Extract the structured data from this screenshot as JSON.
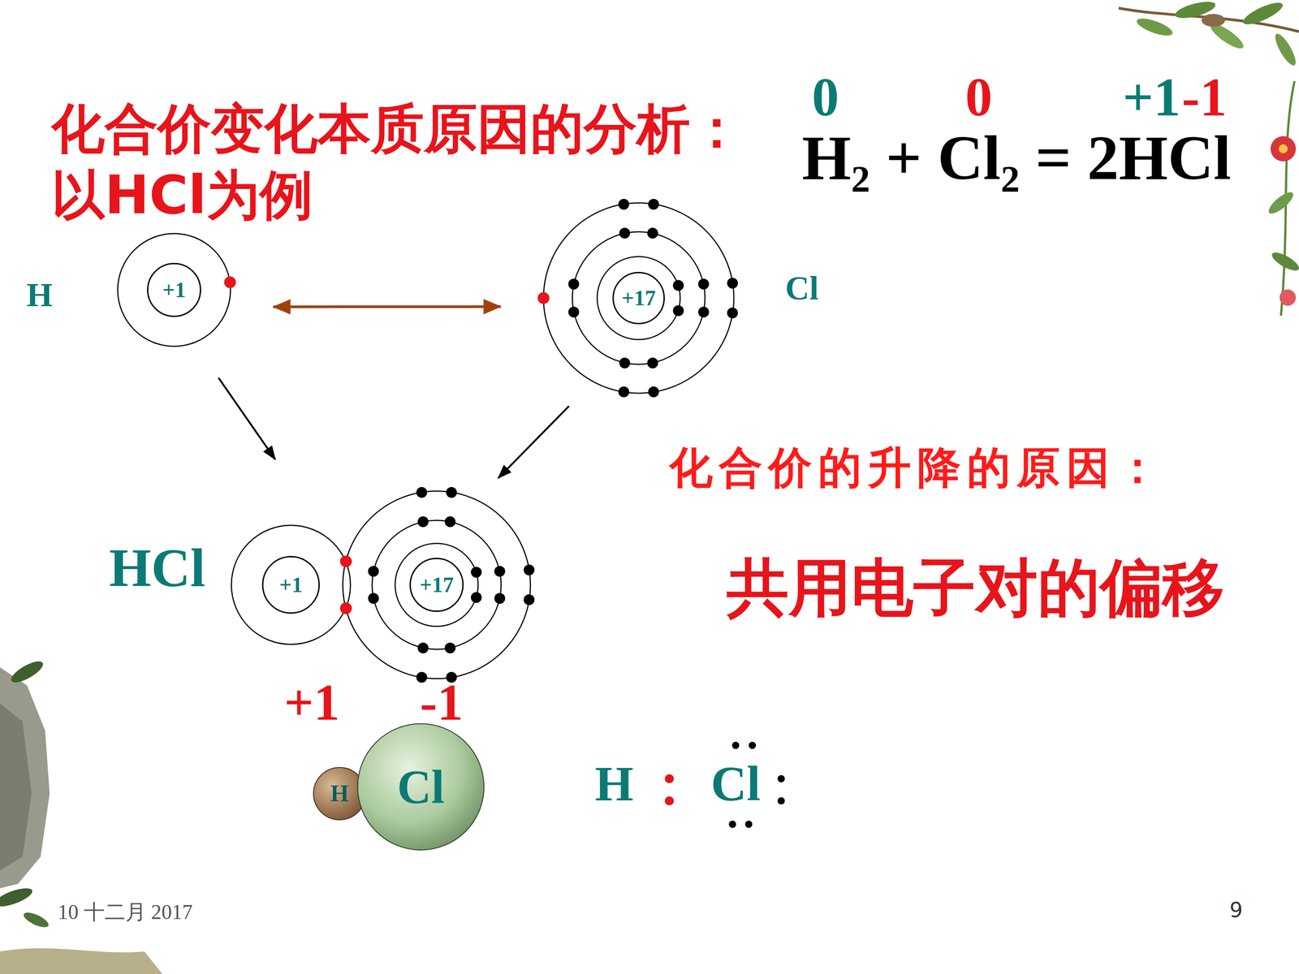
{
  "diagram": {
    "title": "化合价变化本质原因的分析： 以HCl为例",
    "nodes": [
      {
        "text": [
          "H"
        ]
      },
      {
        "text": [
          "+1"
        ],
        "in": 0
      },
      {
        "text": [
          "Cl"
        ]
      },
      {
        "text": [
          "+17"
        ],
        "in": 2
      },
      {
        "text": [
          "HCl"
        ]
      },
      {
        "text": [
          "+1"
        ],
        "in": 4
      },
      {
        "text": [
          "+17"
        ],
        "in": 4
      },
      {
        "text": [
          "H"
        ]
      },
      {
        "text": [
          "Cl"
        ]
      }
    ],
    "edges": [
      {
        "from": 0,
        "to": 2,
        "arrow": "both"
      },
      {
        "from": 0,
        "to": 4,
        "arrow": "to"
      },
      {
        "from": 2,
        "to": 4,
        "arrow": "to"
      }
    ],
    "labels": [
      "0",
      "0",
      "+1",
      "-1",
      "H₂ + Cl₂ = 2HCl",
      "化合价的升降的原因：",
      "共用电子对的偏移",
      "+1",
      "-1",
      "H",
      "Cl",
      "10 十二月 2017",
      "9"
    ]
  }
}
